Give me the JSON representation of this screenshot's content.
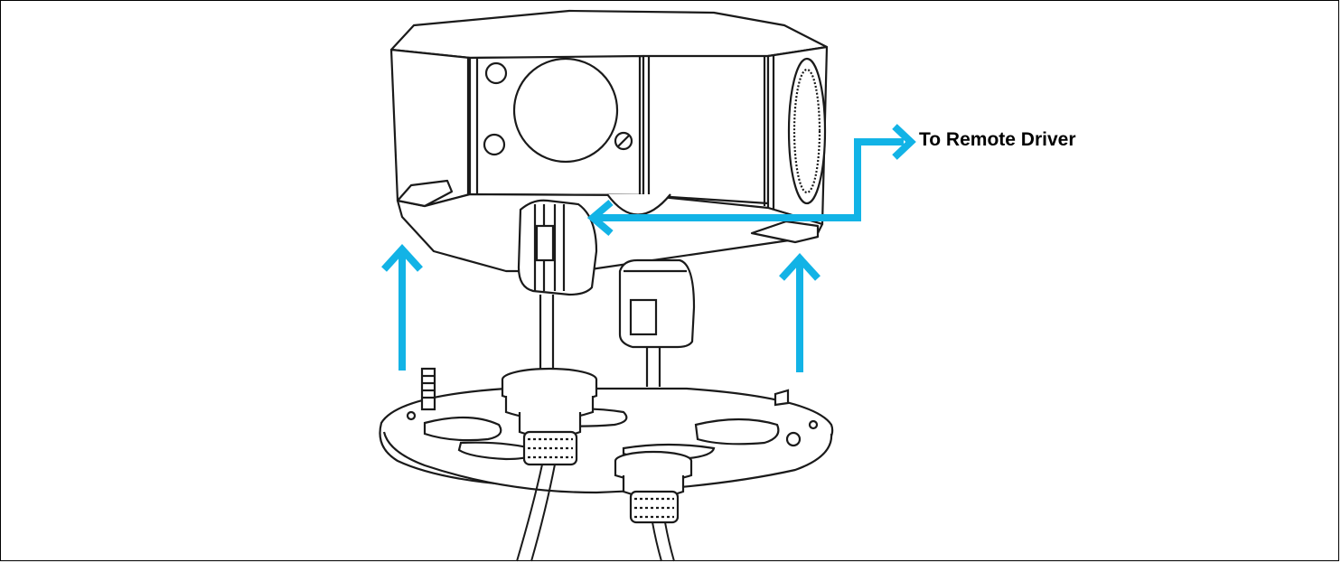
{
  "diagram": {
    "callout_label": "To Remote Driver",
    "colors": {
      "arrow": "#12B3E6",
      "line_art": "#1a1a1a",
      "border": "#000000"
    },
    "parts": [
      "junction-box",
      "connector",
      "mounting-plate",
      "cable"
    ]
  }
}
